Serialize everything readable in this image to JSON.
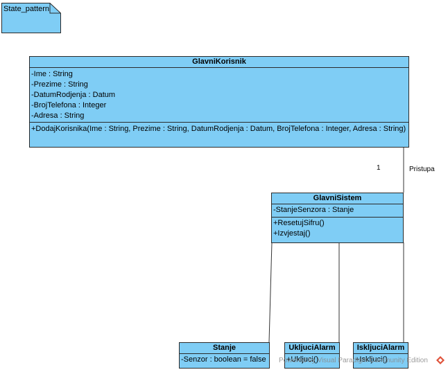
{
  "package": {
    "name": "State_pattern"
  },
  "classes": {
    "glavni_korisnik": {
      "name": "GlavniKorisnik",
      "attributes": [
        "-Ime : String",
        "-Prezime : String",
        "-DatumRodjenja : Datum",
        "-BrojTelefona : Integer",
        "-Adresa : String"
      ],
      "operations": [
        "+DodajKorisnika(Ime : String, Prezime : String, DatumRodjenja : Datum, BrojTelefona : Integer, Adresa : String)"
      ]
    },
    "glavni_sistem": {
      "name": "GlavniSistem",
      "attributes": [
        "-StanjeSenzora : Stanje"
      ],
      "operations": [
        "+ResetujSifru()",
        "+Izvjestaj()"
      ]
    },
    "stanje": {
      "name": "Stanje",
      "attributes": [
        "-Senzor : boolean = false"
      ]
    },
    "ukljuci_alarm": {
      "name": "UkljuciAlarm",
      "operations": [
        "+Ukljuci()"
      ]
    },
    "iskljuci_alarm": {
      "name": "IskljuciAlarm",
      "operations": [
        "+Iskljuci()"
      ]
    }
  },
  "association": {
    "multiplicity": "1",
    "name": "Pristupa"
  },
  "watermark": "Powered by Visual Paradigm Community Edition"
}
